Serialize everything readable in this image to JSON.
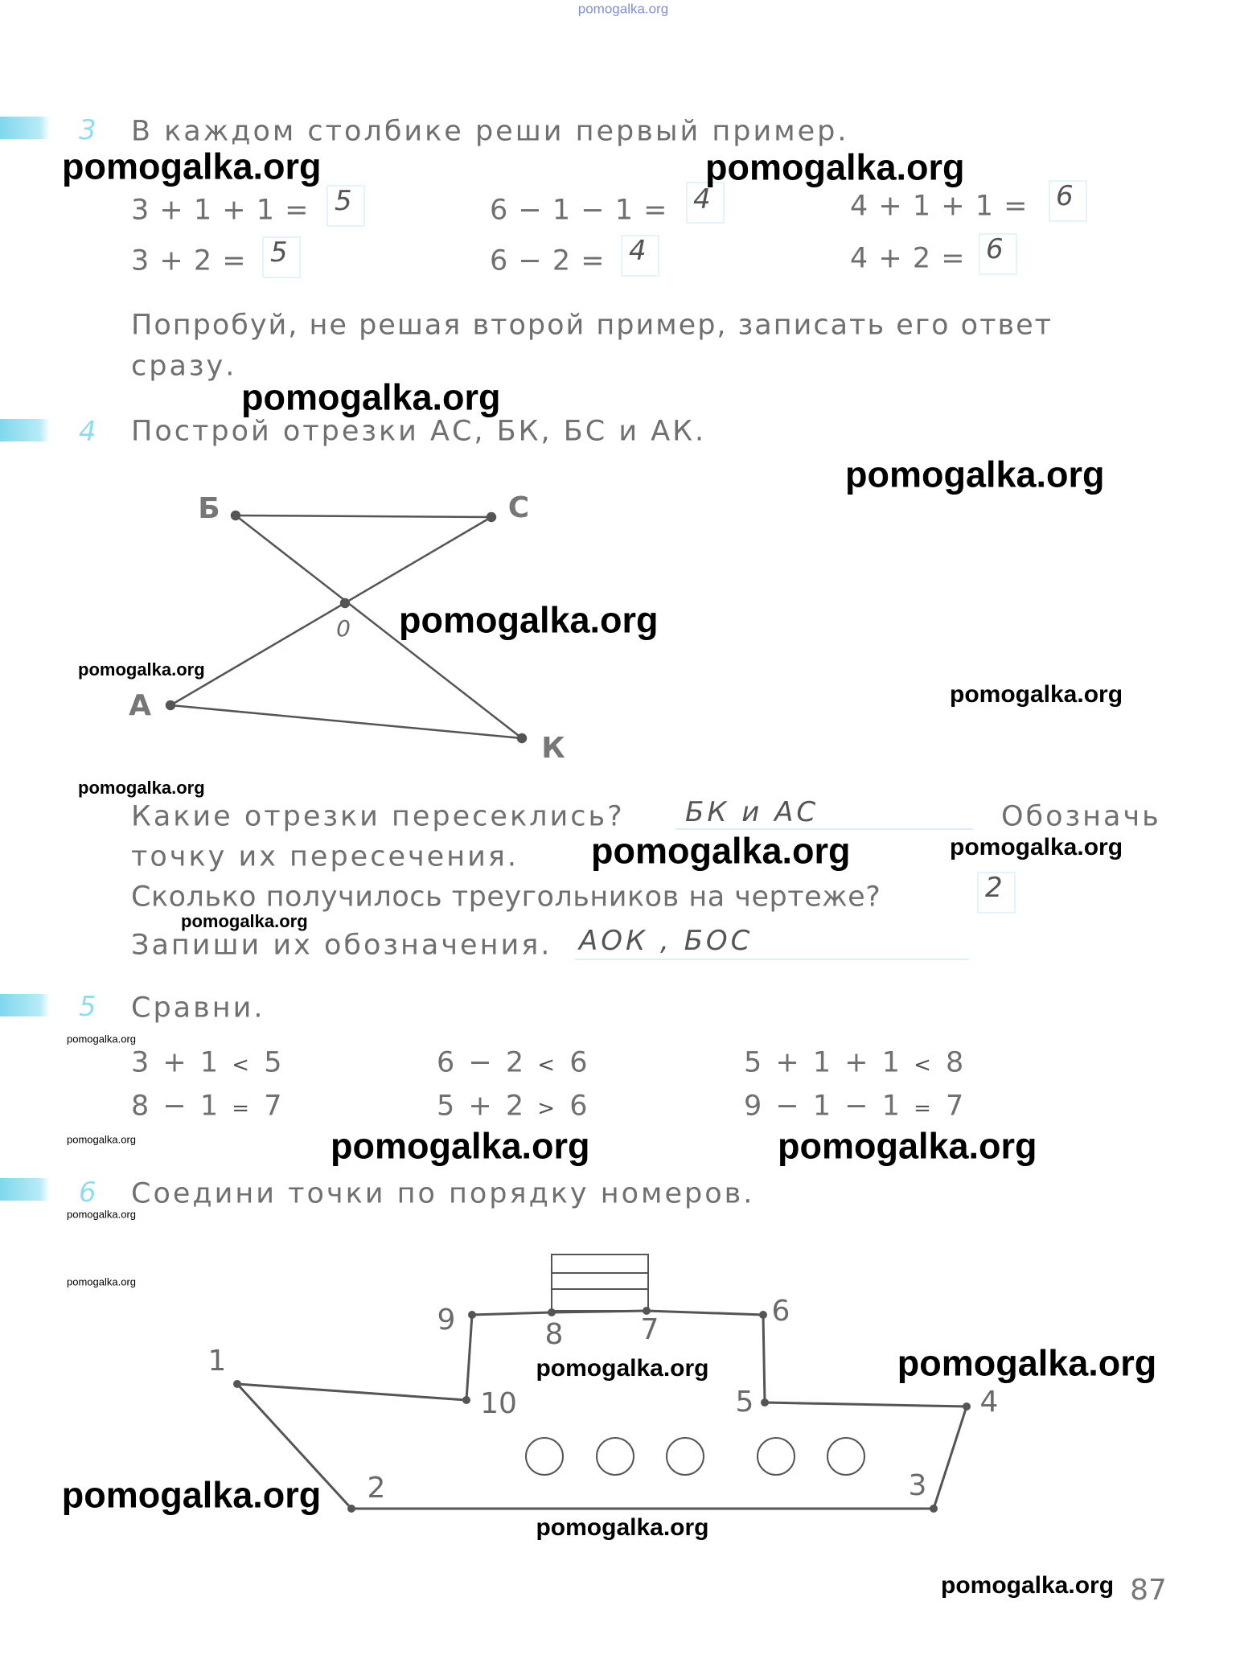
{
  "watermarks": {
    "top": "pomogalka.org",
    "w1": "pomogalka.org",
    "w2": "pomogalka.org",
    "w3": "pomogalka.org",
    "w4": "pomogalka.org",
    "w5": "pomogalka.org",
    "w6": "pomogalka.org",
    "w7": "pomogalka.org",
    "w8": "pomogalka.org",
    "w9": "pomogalka.org",
    "w10": "pomogalka.org",
    "w11": "pomogalka.org",
    "w12": "pomogalka.org",
    "w13": "pomogalka.org",
    "w14": "pomogalka.org",
    "w15": "pomogalka.org",
    "w16": "pomogalka.org",
    "w17": "pomogalka.org",
    "w18": "pomogalka.org",
    "w19": "pomogalka.org",
    "w20": "pomogalka.org",
    "w21": "pomogalka.org",
    "w22": "pomogalka.org"
  },
  "ex3": {
    "number": "3",
    "title": "В каждом столбике реши первый пример.",
    "rows": [
      [
        {
          "expr": "3 + 1 + 1 =",
          "ans": "5"
        },
        {
          "expr": "6 − 1 − 1 =",
          "ans": "4"
        },
        {
          "expr": "4 + 1 + 1 =",
          "ans": "6"
        }
      ],
      [
        {
          "expr": "3 + 2 =",
          "ans": "5"
        },
        {
          "expr": "6 − 2 =",
          "ans": "4"
        },
        {
          "expr": "4 + 2 =",
          "ans": "6"
        }
      ]
    ],
    "note_line1": "Попробуй,  не  решая  второй  пример,  записать  его  ответ",
    "note_line2": "сразу."
  },
  "ex4": {
    "number": "4",
    "title": "Построй отрезки АС, БК, БС и АК.",
    "points": {
      "B": "Б",
      "C": "С",
      "O": "0",
      "A": "А",
      "K": "К"
    },
    "q1": "Какие  отрезки  пересеклись?",
    "a1": "БК  и  АС",
    "q1_tail": "Обозначь",
    "q1_line2": "точку  их  пересечения.",
    "q2": "Сколько  получилось  треугольников  на  чертеже?",
    "a2": "2",
    "q3": "Запиши  их  обозначения.",
    "a3": "АОК , БОС"
  },
  "ex5": {
    "number": "5",
    "title": "Сравни.",
    "rows": [
      [
        {
          "l": "3 + 1",
          "s": "<",
          "r": "5"
        },
        {
          "l": "6 − 2",
          "s": "<",
          "r": "6"
        },
        {
          "l": "5 + 1 + 1",
          "s": "<",
          "r": "8"
        }
      ],
      [
        {
          "l": "8 − 1",
          "s": "=",
          "r": "7"
        },
        {
          "l": "5 + 2",
          "s": ">",
          "r": "6"
        },
        {
          "l": "9 − 1 − 1",
          "s": "=",
          "r": "7"
        }
      ]
    ]
  },
  "ex6": {
    "number": "6",
    "title": "Соедини точки по порядку номеров.",
    "labels": [
      "1",
      "2",
      "3",
      "4",
      "5",
      "6",
      "7",
      "8",
      "9",
      "10"
    ]
  },
  "page_number": "87",
  "colors": {
    "accent": "#7fd8ee",
    "text": "#707070"
  }
}
